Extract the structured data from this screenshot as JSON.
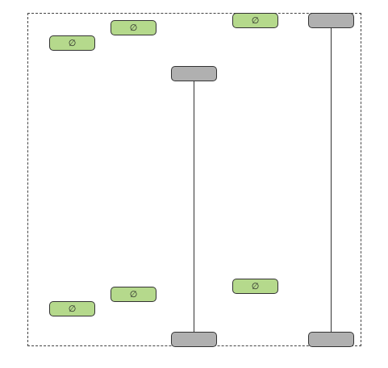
{
  "diagram": {
    "frame_style": "dashed",
    "colors": {
      "lifeline_head": "#b0b0b0",
      "label_box": "#b5d98c",
      "line": "#333333"
    },
    "labels": [
      {
        "id": "l1",
        "text": "∅"
      },
      {
        "id": "l2",
        "text": "∅"
      },
      {
        "id": "l3",
        "text": "∅"
      },
      {
        "id": "l4",
        "text": "∅"
      },
      {
        "id": "l5",
        "text": "∅"
      },
      {
        "id": "l6",
        "text": "∅"
      }
    ]
  }
}
